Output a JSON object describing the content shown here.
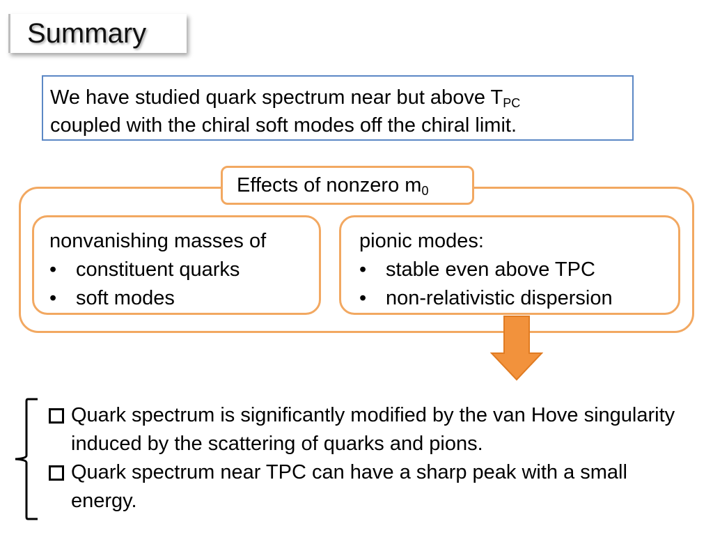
{
  "title": "Summary",
  "intro": {
    "line1_main": "We have studied quark spectrum near but above T",
    "line1_sub": "PC",
    "line2": "coupled with the chiral soft modes off the chiral limit."
  },
  "effects": {
    "label_main": "Effects of nonzero m",
    "label_sub": "0",
    "left": {
      "heading": "nonvanishing masses of",
      "items": [
        "constituent quarks",
        "soft modes"
      ]
    },
    "right": {
      "heading": "pionic modes:",
      "items": [
        "stable even above TPC",
        "non-relativistic dispersion"
      ]
    },
    "bullet_char": "•"
  },
  "conclusions": [
    "Quark spectrum is significantly modified by the van Hove singularity induced by the scattering of quarks and pions.",
    "Quark spectrum near TPC can have a sharp peak with a small energy."
  ],
  "colors": {
    "orange_border": "#f2a861",
    "arrow_fill": "#f2923c",
    "blue_border": "#5b87c5"
  }
}
